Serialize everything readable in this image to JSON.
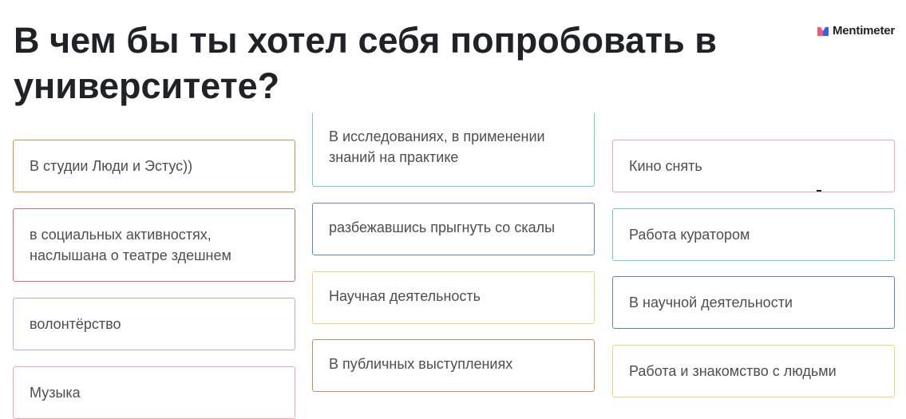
{
  "header": {
    "title": "В чем бы ты хотел себя попробовать в университете?",
    "brand": "Mentimeter"
  },
  "colors": {
    "orange": "#d9904f",
    "red": "#e06b6b",
    "lavender": "#aab0ea",
    "pink": "#f2a5b8",
    "teal": "#6fd1b0",
    "blue": "#5a85c9",
    "yellow": "#f0d27a",
    "brown": "#c98a55"
  },
  "responses": {
    "col1": [
      {
        "text": "В студии Люди и Эстус))"
      },
      {
        "text": "в социальных активностях, наслышана о театре здешнем"
      },
      {
        "text": "волонтёрство"
      },
      {
        "text": "Музыка"
      }
    ],
    "col2": [
      {
        "text": "В исследованиях, в применении знаний на практике"
      },
      {
        "text": "разбежавшись прыгнуть со скалы"
      },
      {
        "text": "Научная деятельность"
      },
      {
        "text": "В публичных выступлениях"
      }
    ],
    "col3": [
      {
        "text": "Кино снять"
      },
      {
        "text": "Работа куратором"
      },
      {
        "text": "В научной деятельности"
      },
      {
        "text": "Работа и знакомство с людьми"
      }
    ]
  }
}
